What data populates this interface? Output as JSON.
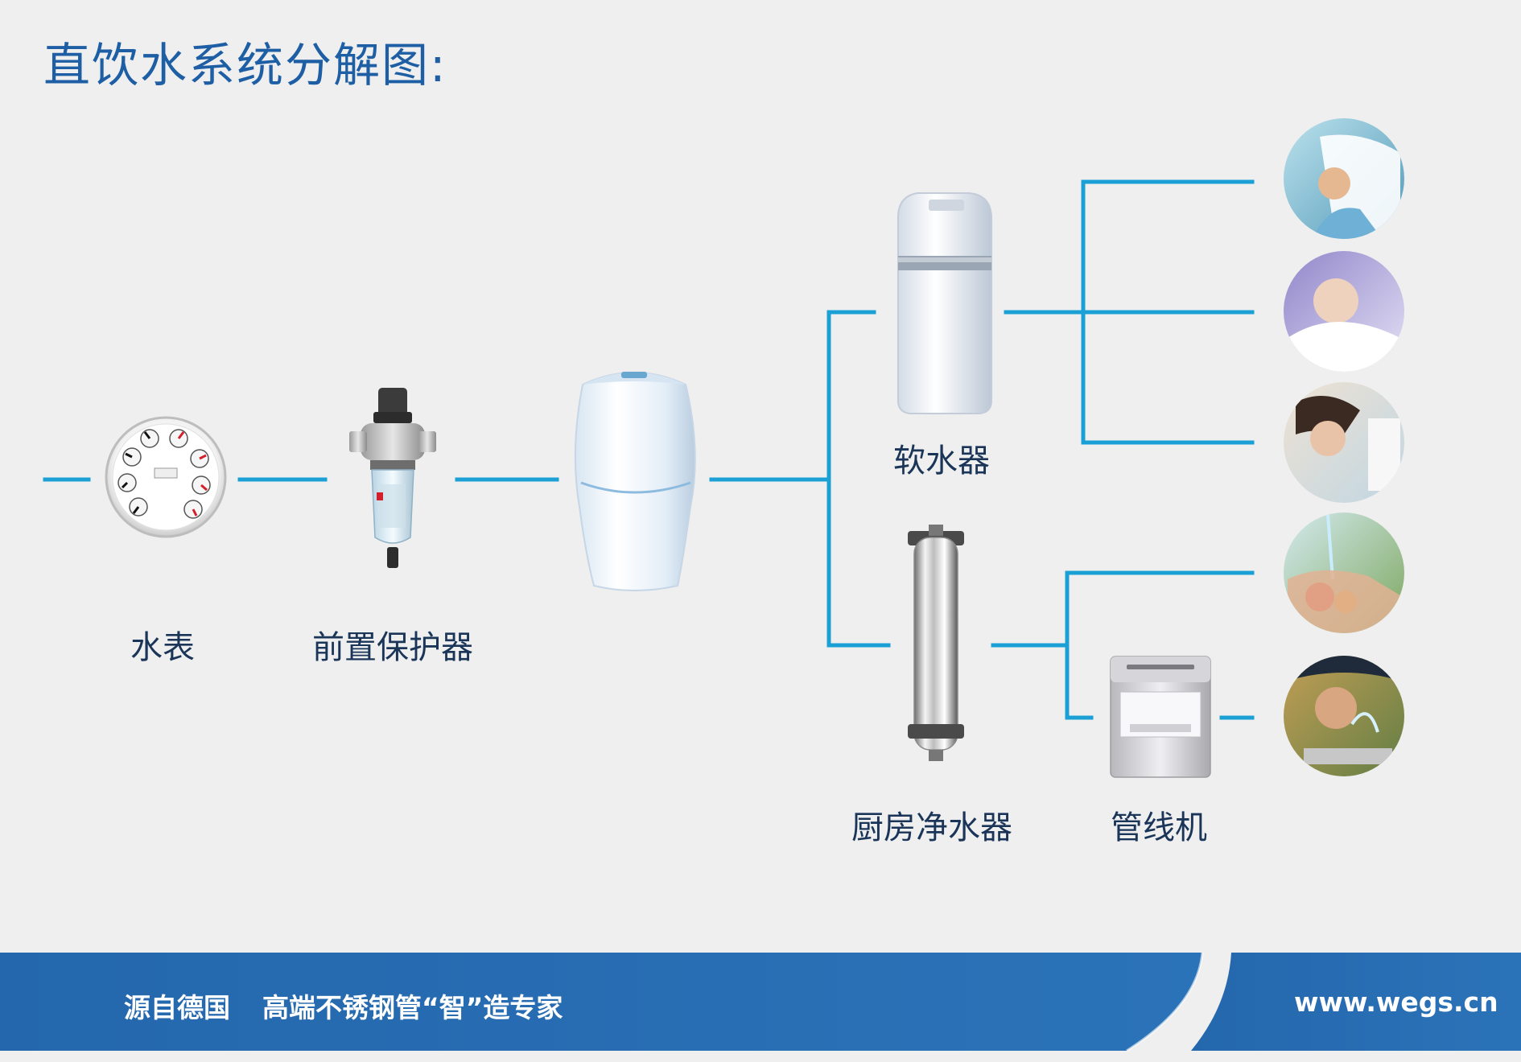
{
  "title": "直饮水系统分解图:",
  "components": {
    "meter_label": "水表",
    "prefilter_label": "前置保护器",
    "softener_label": "软水器",
    "kitchen_purifier_label": "厨房净水器",
    "pipeline_machine_label": "管线机"
  },
  "footer": {
    "slogan_left": "源自德国",
    "slogan_right": "高端不锈钢管“智”造专家",
    "url": "www.wegs.cn"
  },
  "colors": {
    "pipe": "#1aa0d4",
    "title": "#1d5ea4",
    "footer_bg": "#226ab0"
  }
}
